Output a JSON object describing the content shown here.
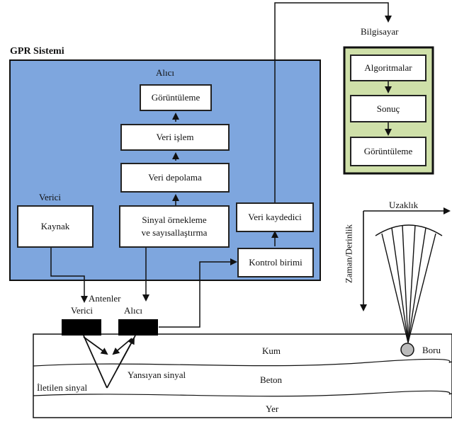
{
  "title": "GPR Sistemi",
  "gpr": {
    "alici_label": "Alıcı",
    "verici_label": "Verici",
    "boxes": {
      "goruntuleme": "Görüntüleme",
      "veri_islem": "Veri işlem",
      "veri_depolama": "Veri depolama",
      "sinyal_line1": "Sinyal örnekleme",
      "sinyal_line2": "ve sayısallaştırma",
      "kaynak": "Kaynak",
      "veri_kaydedici": "Veri kaydedici",
      "kontrol_birimi": "Kontrol birimi"
    }
  },
  "computer": {
    "title": "Bilgisayar",
    "boxes": [
      "Algoritmalar",
      "Sonuç",
      "Görüntüleme"
    ]
  },
  "antennas": {
    "title": "Antenler",
    "verici": "Verici",
    "alici": "Alıcı"
  },
  "signals": {
    "transmitted": "İletilen sinyal",
    "reflected": "Yansıyan sinyal"
  },
  "layers": [
    "Kum",
    "Beton",
    "Yer"
  ],
  "pipe_label": "Boru",
  "axes": {
    "x_label": "Uzaklık",
    "y_label": "Zaman/Derinlik"
  },
  "colors": {
    "gpr_panel": "#7ea6de",
    "computer_panel": "#cfe0a9",
    "line": "#111111"
  }
}
